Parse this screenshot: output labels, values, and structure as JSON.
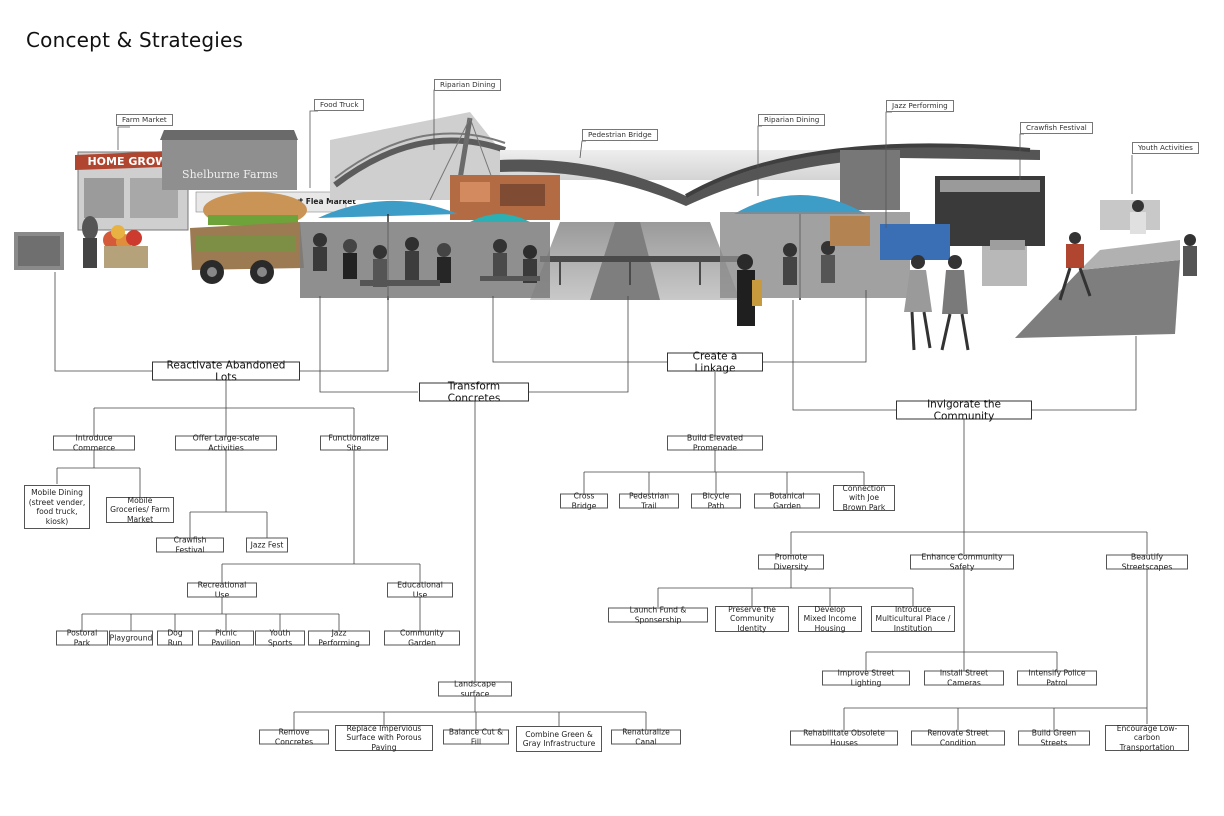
{
  "page": {
    "title": "Concept & Strategies"
  },
  "scene": {
    "signs": {
      "home_grown": "HOME GROWN",
      "shelburne_farms": "Shelburne Farms",
      "westport_flea": "Westport Flea Market"
    },
    "callouts": [
      {
        "id": "c1",
        "label": "Farm Market"
      },
      {
        "id": "c2",
        "label": "Food Truck"
      },
      {
        "id": "c3",
        "label": "Riparian Dining"
      },
      {
        "id": "c4",
        "label": "Pedestrian Bridge"
      },
      {
        "id": "c5",
        "label": "Riparian Dining"
      },
      {
        "id": "c6",
        "label": "Jazz Performing"
      },
      {
        "id": "c7",
        "label": "Crawfish Festival"
      },
      {
        "id": "c8",
        "label": "Youth Activities"
      }
    ]
  },
  "tree": {
    "main": {
      "reactivate": "Reactivate Abandoned Lots",
      "transform": "Transform Concretes",
      "linkage": "Create a Linkage",
      "invigorate": "Invigorate the Community"
    },
    "reactivate": {
      "commerce": "Introduce Commerce",
      "activities": "Offer Large-scale Activities",
      "functionalize": "Functionalize Site",
      "mobile_dining": "Mobile Dining (street vender, food truck, kiosk)",
      "mobile_groceries": "Mobile Groceries/ Farm Market",
      "crawfish": "Crawfish Festival",
      "jazz_fest": "Jazz Fest",
      "recreational": "Recreational Use",
      "educational": "Educational Use",
      "rec_items": [
        "Postoral Park",
        "Playground",
        "Dog Run",
        "Picnic Pavilion",
        "Youth Sports",
        "Jazz Performing"
      ],
      "community_garden": "Community Garden"
    },
    "transform": {
      "landscape": "Landscape surface",
      "items": [
        "Remove Concretes",
        "Replace Impervious Surface with Porous Paving",
        "Balance Cut & Fill",
        "Combine Green & Gray Infrastructure",
        "Renaturalize Canal"
      ]
    },
    "linkage": {
      "promenade": "Build Elevated Promenade",
      "items": [
        "Cross Bridge",
        "Pedestrian Trail",
        "Bicycle Path",
        "Botanical Garden",
        "Connection with Joe Brown Park"
      ]
    },
    "invigorate": {
      "diversity": "Promote Diversity",
      "safety": "Enhance Community Safety",
      "streetscapes": "Beautify Streetscapes",
      "diversity_items": [
        "Launch Fund & Sponsership",
        "Preserve the Community Identity",
        "Develop Mixed Income Housing",
        "Introduce Multicultural Place / Institution"
      ],
      "safety_items": [
        "Improve Street Lighting",
        "Install Street Cameras",
        "Intensify Police Patrol"
      ],
      "street_items": [
        "Rehabilitate Obsolete Houses",
        "Renovate Street Condition",
        "Build Green Streets",
        "Encourage Low-carbon Transportation"
      ]
    }
  },
  "colors": {
    "umbrella": "#3d9dc7",
    "umbrella2": "#2bb0b4",
    "brick": "#b0462f",
    "mural": "#c2673f",
    "lime": "#6ea33a"
  }
}
